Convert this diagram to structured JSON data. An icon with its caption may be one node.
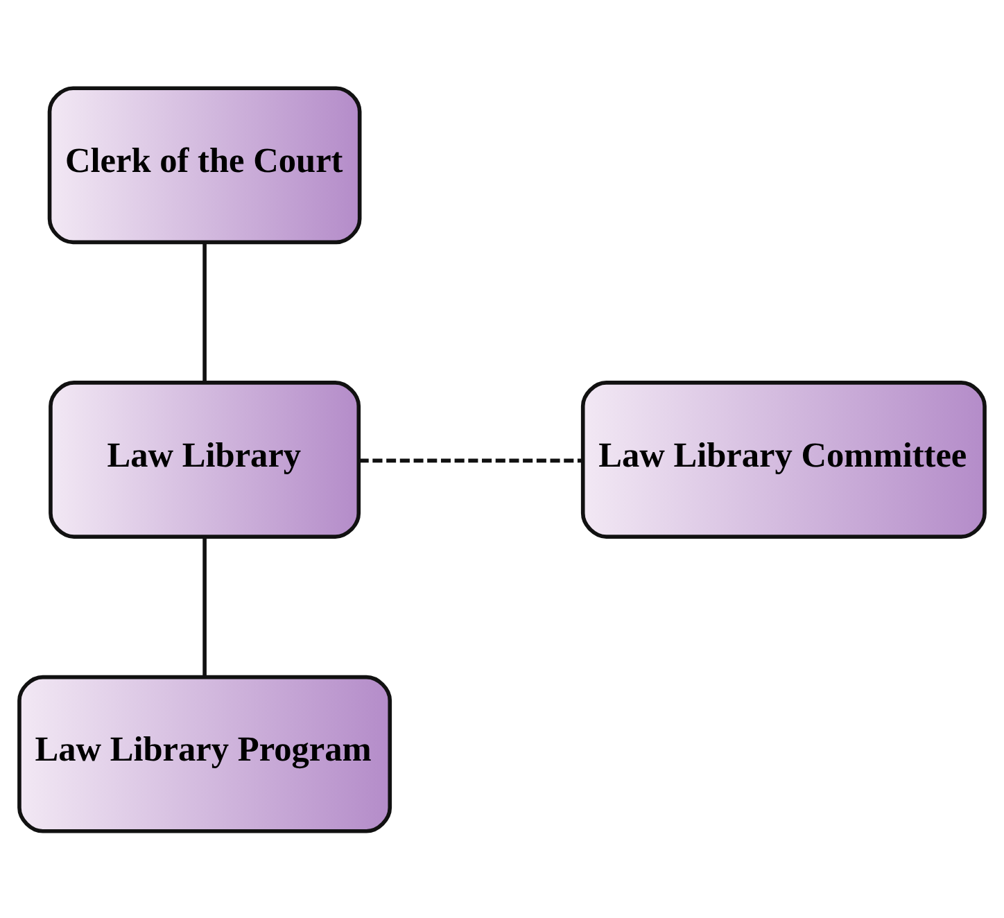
{
  "diagram": {
    "nodes": [
      {
        "text": [
          "Clerk of the Court"
        ]
      },
      {
        "text": [
          "Law Library"
        ]
      },
      {
        "text": [
          "Law Library Committee"
        ]
      },
      {
        "text": [
          "Law Library Program"
        ]
      }
    ],
    "edges": [
      {
        "from": 0,
        "to": 1,
        "arrow": "none"
      },
      {
        "from": 1,
        "to": 2,
        "arrow": "none",
        "style": "dashed"
      },
      {
        "from": 1,
        "to": 3,
        "arrow": "none"
      }
    ]
  }
}
